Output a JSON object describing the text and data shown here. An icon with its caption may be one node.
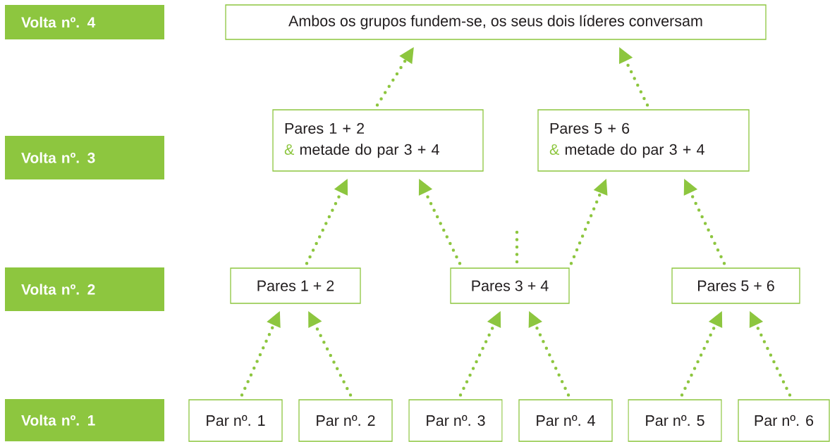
{
  "diagram": {
    "nodes": [
      {
        "text": [
          "Volta nº. 4"
        ]
      },
      {
        "text": [
          "Ambos os grupos fundem-se, os seus dois líderes conversam"
        ]
      },
      {
        "text": [
          "Volta nº. 3"
        ]
      },
      {
        "text": [
          "Pares 1 + 2",
          "&",
          "metade do par 3 + 4"
        ]
      },
      {
        "text": [
          "Pares 5 + 6",
          "&",
          "metade do par 3 + 4"
        ]
      },
      {
        "text": [
          "Volta nº. 2"
        ]
      },
      {
        "text": [
          "Pares 1 + 2"
        ]
      },
      {
        "text": [
          "Pares 3 + 4"
        ]
      },
      {
        "text": [
          "Pares 5 + 6"
        ]
      },
      {
        "text": [
          "Volta nº. 1"
        ]
      },
      {
        "text": [
          "Par nº. 1"
        ]
      },
      {
        "text": [
          "Par nº. 2"
        ]
      },
      {
        "text": [
          "Par nº. 3"
        ]
      },
      {
        "text": [
          "Par nº. 4"
        ]
      },
      {
        "text": [
          "Par nº. 5"
        ]
      },
      {
        "text": [
          "Par nº. 6"
        ]
      }
    ],
    "edges": [
      {
        "from": 10,
        "to": 6,
        "arrow": "to"
      },
      {
        "from": 11,
        "to": 6,
        "arrow": "to"
      },
      {
        "from": 12,
        "to": 7,
        "arrow": "to"
      },
      {
        "from": 13,
        "to": 7,
        "arrow": "to"
      },
      {
        "from": 14,
        "to": 8,
        "arrow": "to"
      },
      {
        "from": 15,
        "to": 8,
        "arrow": "to"
      },
      {
        "from": 6,
        "to": 3,
        "arrow": "to"
      },
      {
        "from": 7,
        "to": 3,
        "arrow": "to"
      },
      {
        "from": 7,
        "to": 4,
        "arrow": "to"
      },
      {
        "from": 8,
        "to": 4,
        "arrow": "to"
      },
      {
        "from": 3,
        "to": 1,
        "arrow": "to"
      },
      {
        "from": 4,
        "to": 1,
        "arrow": "to"
      }
    ]
  }
}
